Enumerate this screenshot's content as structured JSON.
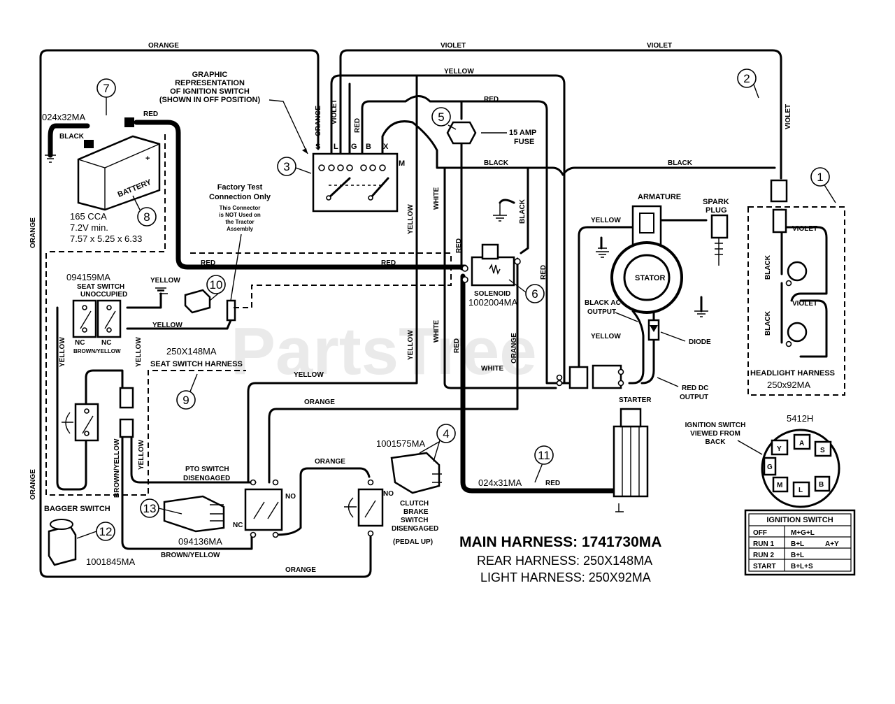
{
  "watermark": "PartsTree",
  "callouts": [
    "1",
    "2",
    "3",
    "4",
    "5",
    "6",
    "7",
    "8",
    "9",
    "10",
    "11",
    "12",
    "13"
  ],
  "wires": {
    "orange_top": "ORANGE",
    "violet_top": "VIOLET",
    "violet_right": "VIOLET",
    "violet_vert_right": "VIOLET",
    "yellow_top": "YELLOW",
    "red_fuse": "RED",
    "black_mid": "BLACK",
    "black_right": "BLACK",
    "orange_left_upper": "ORANGE",
    "orange_left_lower": "ORANGE",
    "orange_ign": "ORANGE",
    "violet_ign": "VIOLET",
    "red_ign": "RED",
    "red_battery": "RED",
    "black_battery": "BLACK",
    "red_main_left": "RED",
    "red_main_mid": "RED",
    "yellow_vert": "YELLOW",
    "white_vert_upper": "WHITE",
    "white_vert_lower": "WHITE",
    "red_vert_sol": "RED",
    "red_vert_sol2": "RED",
    "black_solenoid": "BLACK",
    "red_vert_right": "RED",
    "yellow_vert_lower": "YELLOW",
    "orange_vert": "ORANGE",
    "white_bottom": "WHITE",
    "yellow_seat": "YELLOW",
    "yellow_seat2": "YELLOW",
    "yellow_left": "YELLOW",
    "yellow_left2": "YELLOW",
    "yellow_harness": "YELLOW",
    "orange_mid": "ORANGE",
    "orange_clutch": "ORANGE",
    "orange_bottom": "ORANGE",
    "brown_yellow_v": "BROWN/YELLOW",
    "brown_yellow_pto": "BROWN/YELLOW",
    "yellow_pto": "YELLOW",
    "red_starter": "RED",
    "yellow_arm": "YELLOW",
    "yellow_stator": "YELLOW",
    "black_hl_1": "BLACK",
    "black_hl_2": "BLACK",
    "violet_hl_1": "VIOLET",
    "violet_hl_2": "VIOLET"
  },
  "ignition_graphic": {
    "title_lines": [
      "GRAPHIC",
      "REPRESENTATION",
      "OF IGNITION SWITCH",
      "(SHOWN IN OFF POSITION)"
    ],
    "terminals": [
      "S",
      "L",
      "G",
      "B",
      "X",
      "M"
    ]
  },
  "battery": {
    "part": "024x32MA",
    "label": "BATTERY",
    "plus": "+",
    "specs": [
      "165 CCA",
      "7.2V min.",
      "7.57 x 5.25 x 6.33"
    ]
  },
  "fuse": {
    "label_lines": [
      "15 AMP",
      "FUSE"
    ]
  },
  "factory_test": {
    "title_lines": [
      "Factory Test",
      "Connection Only"
    ],
    "note_lines": [
      "This Connector",
      "is NOT Used on",
      "the Tractor",
      "Assembly"
    ]
  },
  "seat_switch": {
    "part": "094159MA",
    "title_lines": [
      "SEAT SWITCH",
      "UNOCCUPIED"
    ],
    "nc": "NC",
    "nc2": "NC",
    "brown_yellow": "BROWN/YELLOW"
  },
  "seat_harness": {
    "part": "250X148MA",
    "label": "SEAT SWITCH HARNESS"
  },
  "solenoid": {
    "label": "SOLENOID",
    "part": "1002004MA"
  },
  "engine": {
    "armature": "ARMATURE",
    "spark_plug_lines": [
      "SPARK",
      "PLUG"
    ],
    "stator": "STATOR",
    "black_ac_lines": [
      "BLACK AC",
      "OUTPUT"
    ],
    "diode": "DIODE",
    "red_dc_lines": [
      "RED DC",
      "OUTPUT"
    ],
    "starter": "STARTER"
  },
  "headlight": {
    "label": "HEADLIGHT HARNESS",
    "part": "250x92MA"
  },
  "pto": {
    "title_lines": [
      "PTO SWITCH",
      "DISENGAGED"
    ],
    "part": "094136MA",
    "no": "NO",
    "nc": "NC"
  },
  "clutch": {
    "part": "1001575MA",
    "title_lines": [
      "CLUTCH",
      "BRAKE",
      "SWITCH",
      "DISENGAGED",
      "(PEDAL UP)"
    ],
    "no": "NO"
  },
  "bagger": {
    "label": "BAGGER  SWITCH",
    "part": "1001845MA"
  },
  "starter_cable": "024x31MA",
  "ignition_back": {
    "title_lines": [
      "IGNITION SWITCH",
      "VIEWED FROM",
      "BACK"
    ],
    "part": "5412H",
    "terminals": [
      "Y",
      "A",
      "S",
      "G",
      "M",
      "L",
      "B"
    ]
  },
  "ignition_table": {
    "title": "IGNITION SWITCH",
    "rows": [
      [
        "OFF",
        "M+G+L",
        ""
      ],
      [
        "RUN 1",
        "B+L",
        "A+Y"
      ],
      [
        "RUN 2",
        "B+L",
        ""
      ],
      [
        "START",
        "B+L+S",
        ""
      ]
    ]
  },
  "harness_titles": {
    "main": "MAIN HARNESS: 1741730MA",
    "rear": "REAR HARNESS: 250X148MA",
    "light": "LIGHT HARNESS: 250X92MA"
  }
}
